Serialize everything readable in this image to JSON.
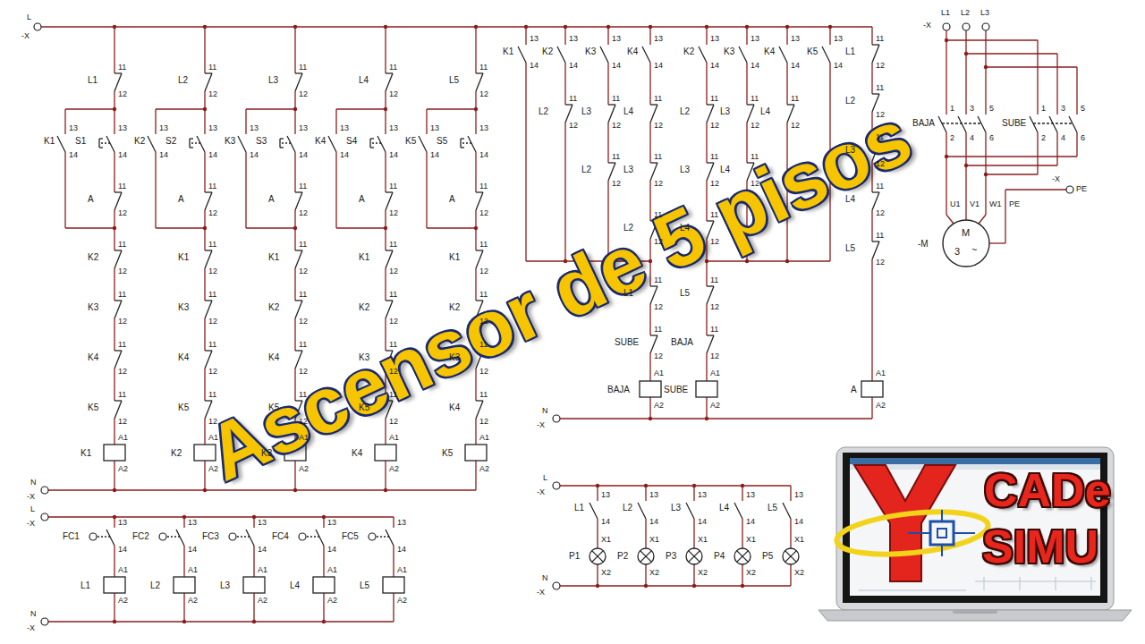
{
  "diagram": {
    "title": "Ascensor de 5 pisos",
    "labels": [
      "11",
      "L1",
      "12",
      "13",
      "K1",
      "14",
      "13",
      "S1",
      "14",
      "11",
      "A",
      "12",
      "11",
      "K2",
      "12",
      "11",
      "K3",
      "12",
      "11",
      "K4",
      "12",
      "11",
      "K5",
      "12",
      "A1",
      "K1",
      "A2",
      "11",
      "L2",
      "12",
      "13",
      "K2",
      "14",
      "13",
      "S2",
      "14",
      "11",
      "A",
      "12",
      "11",
      "K1",
      "12",
      "11",
      "K3",
      "12",
      "11",
      "K4",
      "12",
      "11",
      "K5",
      "12",
      "A1",
      "K2",
      "A2",
      "11",
      "L3",
      "12",
      "13",
      "K3",
      "14",
      "13",
      "S3",
      "14",
      "11",
      "A",
      "12",
      "11",
      "K1",
      "12",
      "11",
      "K2",
      "12",
      "11",
      "K4",
      "12",
      "11",
      "K5",
      "12",
      "A1",
      "K3",
      "A2",
      "11",
      "L4",
      "12",
      "13",
      "K4",
      "14",
      "13",
      "S4",
      "14",
      "11",
      "A",
      "12",
      "11",
      "K1",
      "12",
      "11",
      "K2",
      "12",
      "11",
      "K3",
      "12",
      "11",
      "K5",
      "12",
      "A1",
      "K4",
      "A2",
      "11",
      "L5",
      "12",
      "13",
      "K5",
      "14",
      "13",
      "S5",
      "14",
      "11",
      "A",
      "12",
      "11",
      "K1",
      "12",
      "11",
      "K2",
      "12",
      "11",
      "K3",
      "12",
      "11",
      "K4",
      "12",
      "A1",
      "K5",
      "A2",
      "13",
      "FC1",
      "14",
      "A1",
      "L1",
      "A2",
      "13",
      "FC2",
      "14",
      "A1",
      "L2",
      "A2",
      "13",
      "FC3",
      "14",
      "A1",
      "L3",
      "A2",
      "13",
      "FC4",
      "14",
      "A1",
      "L4",
      "A2",
      "13",
      "FC5",
      "14",
      "A1",
      "L5",
      "A2",
      "13",
      "K1",
      "14",
      "13",
      "K2",
      "14",
      "13",
      "K3",
      "14",
      "13",
      "K4",
      "14",
      "13",
      "K2",
      "14",
      "13",
      "K3",
      "14",
      "13",
      "K4",
      "14",
      "13",
      "K5",
      "14",
      "11",
      "L1",
      "12",
      "11",
      "L2",
      "12",
      "11",
      "L3",
      "12",
      "11",
      "L2",
      "12",
      "11",
      "L4",
      "12",
      "11",
      "L3",
      "12",
      "11",
      "L2",
      "12",
      "11",
      "L2",
      "12",
      "11",
      "L3",
      "12",
      "11",
      "L4",
      "12",
      "11",
      "L3",
      "12",
      "11",
      "L4",
      "12",
      "11",
      "L4",
      "12",
      "11",
      "L1",
      "12",
      "11",
      "SUBE",
      "12",
      "A1",
      "BAJA",
      "A2",
      "11",
      "L5",
      "12",
      "11",
      "BAJA",
      "12",
      "A1",
      "SUBE",
      "A2",
      "11",
      "L2",
      "12",
      "11",
      "L3",
      "12",
      "11",
      "L4",
      "12",
      "11",
      "L5",
      "12",
      "A1",
      "A",
      "A2",
      "13",
      "L1",
      "14",
      "X1",
      "P1",
      "X2",
      "13",
      "L2",
      "14",
      "X1",
      "P2",
      "X2",
      "13",
      "L3",
      "14",
      "X1",
      "P3",
      "X2",
      "13",
      "L4",
      "14",
      "X1",
      "P4",
      "X2",
      "13",
      "L5",
      "14",
      "X1",
      "P5",
      "X2",
      "-X",
      "L",
      "-X",
      "N",
      "-X",
      "L",
      "-X",
      "N",
      "-X",
      "N",
      "-X",
      "L",
      "-X",
      "N",
      "-X",
      "L1",
      "L2",
      "L3",
      "BAJA",
      "1",
      "3",
      "5",
      "2",
      "4",
      "6",
      "SUBE",
      "1",
      "3",
      "5",
      "2",
      "4",
      "6",
      "U1",
      "V1",
      "W1",
      "PE",
      "-M",
      "M",
      "3",
      "~",
      "-X",
      "PE",
      "CADe",
      "SIMU"
    ]
  }
}
